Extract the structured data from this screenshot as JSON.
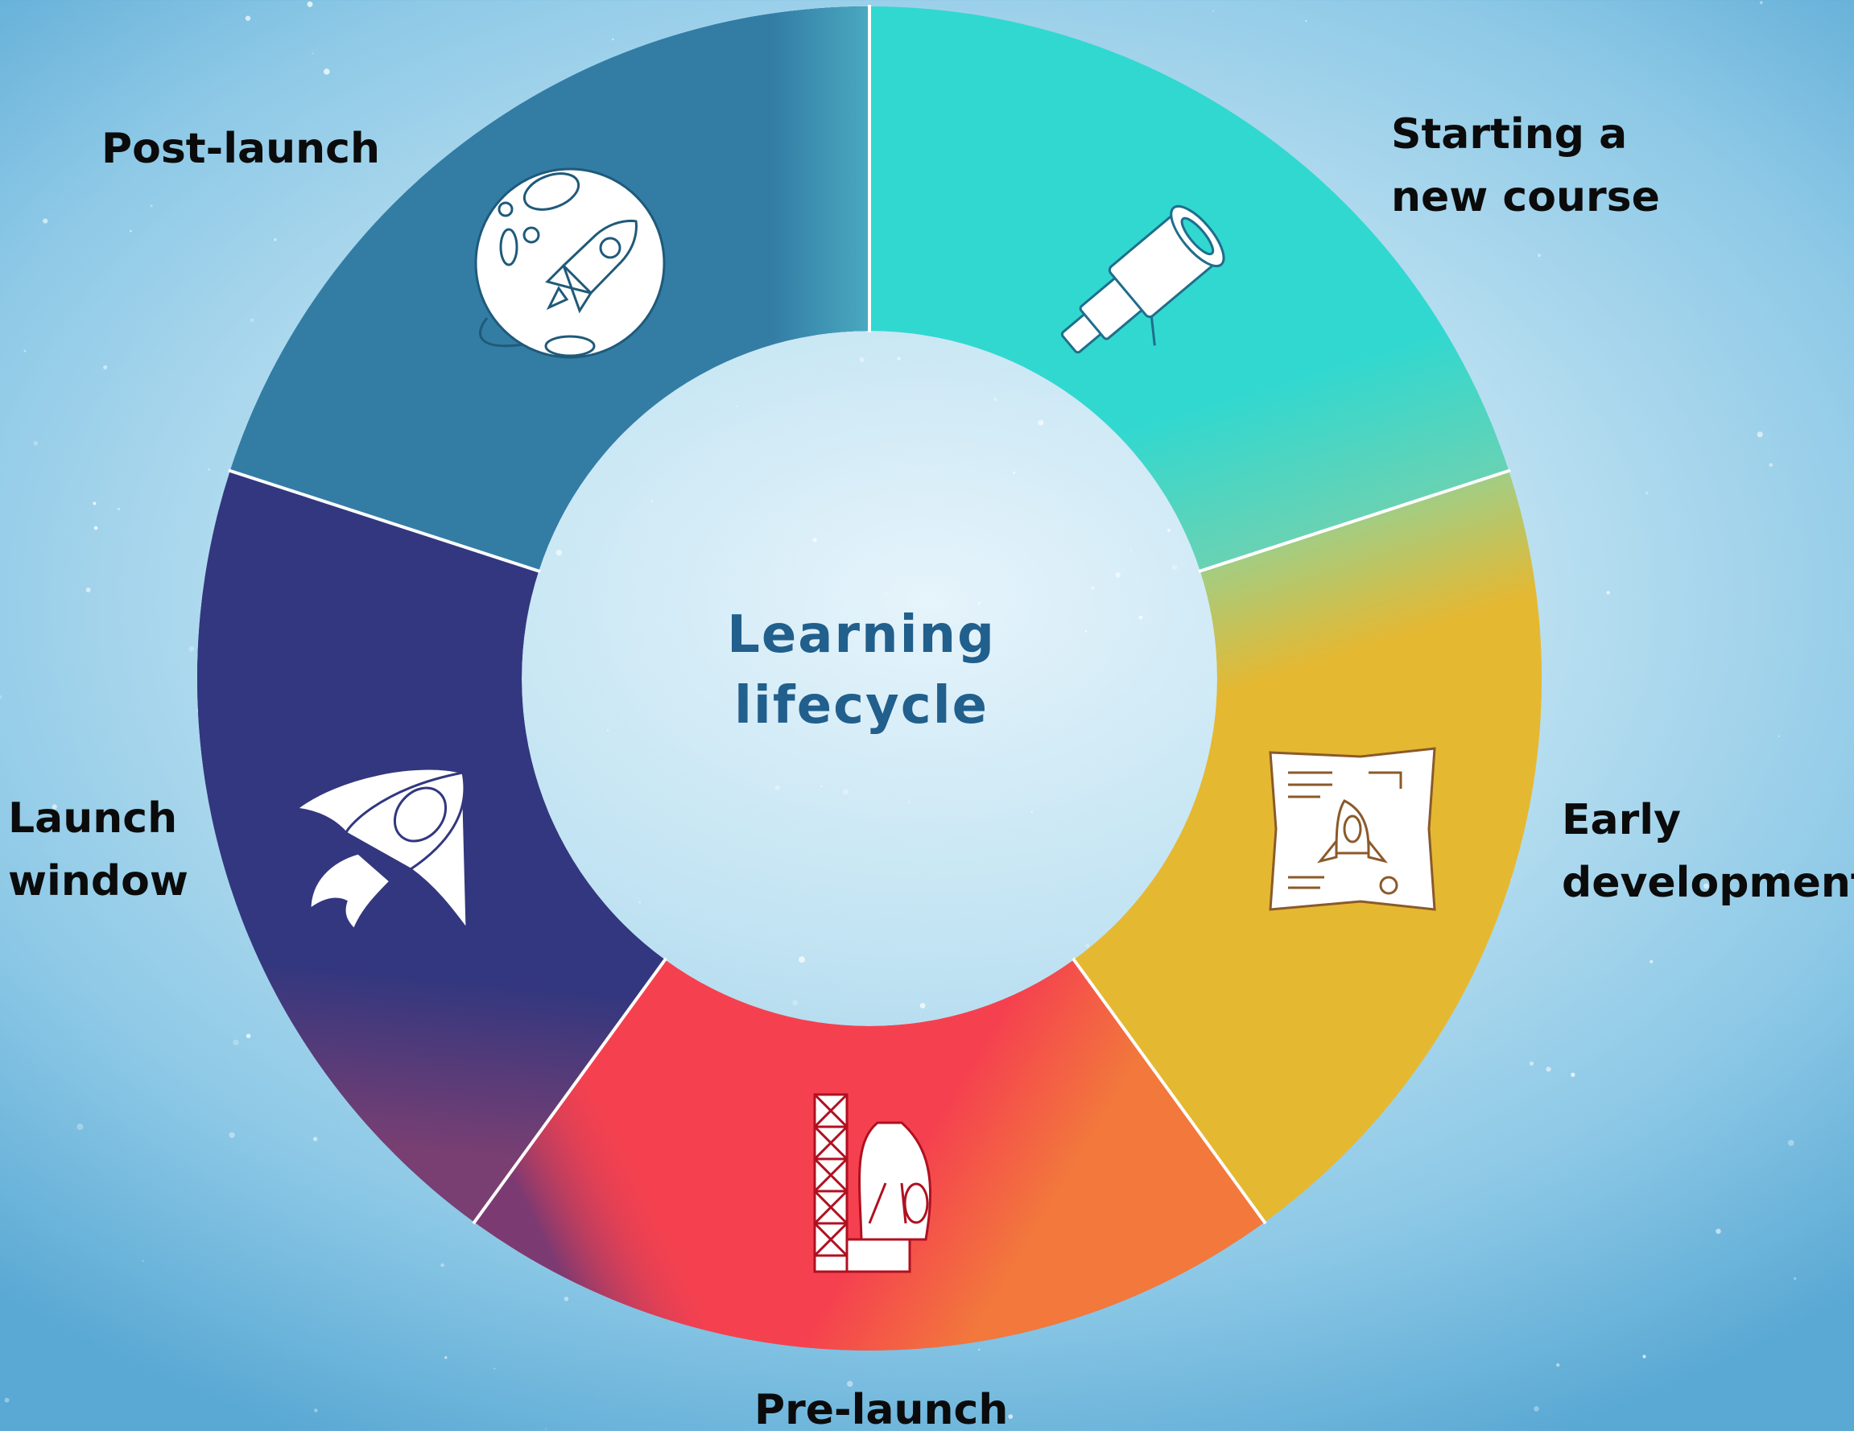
{
  "center": {
    "line1": "Learning",
    "line2": "lifecycle"
  },
  "stages": [
    {
      "id": "starting",
      "line1": "Starting a",
      "line2": "new course",
      "color": "#31d8d0",
      "icon": "telescope-icon"
    },
    {
      "id": "early",
      "line1": "Early",
      "line2": "development",
      "color": "#e5b832",
      "icon": "blueprint-map-icon"
    },
    {
      "id": "prelaunch",
      "line1": "Pre-launch",
      "line2": "",
      "color": "#f5414f",
      "icon": "launch-tower-icon"
    },
    {
      "id": "launchwindow",
      "line1": "Launch",
      "line2": "window",
      "color": "#32377f",
      "icon": "rocket-icon"
    },
    {
      "id": "postlaunch",
      "line1": "Post-launch",
      "line2": "",
      "color": "#337da5",
      "icon": "moon-rocket-icon"
    }
  ],
  "colors": {
    "title": "#215f8c",
    "label": "#0b0b0b",
    "divider": "#ffffff"
  }
}
